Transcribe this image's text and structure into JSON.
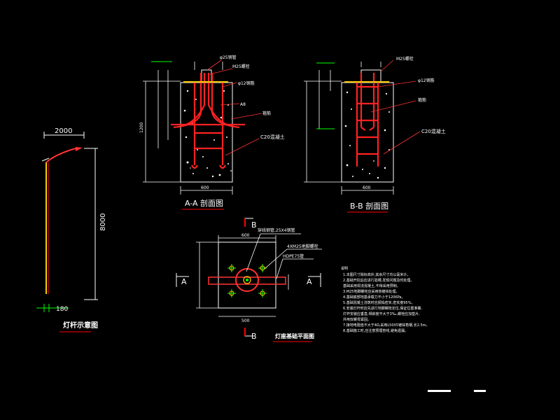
{
  "labels": {
    "pole_width": "2000",
    "pole_height": "8000",
    "pole_base": "180",
    "pole_title": "灯杆示意图",
    "section_aa_title": "A-A 剖面图",
    "section_bb_title": "B-B 剖面图",
    "plan_title": "灯座基础平面图",
    "aa_c20": "C20混凝土",
    "aa_m25": "M25螺栓",
    "aa_conduit": "φ25钢管",
    "aa_phi12": "φ12钢筋",
    "aa_a8": "A8",
    "aa_stirrup": "箍筋",
    "bb_m25": "M25螺栓",
    "bb_phi12": "φ12钢筋",
    "bb_stirrup": "箍筋",
    "bb_c20": "C20混凝土",
    "plan_conduit": "穿线钢管,25X4钢管",
    "plan_bolts": "4XM25地脚螺栓",
    "plan_pipe": "HDPE75管",
    "cut_a": "A",
    "cut_b": "B",
    "dim_600": "600",
    "dim_500": "500",
    "dim_1200": "1200"
  },
  "notes": {
    "heading": "说明",
    "lines": [
      "1.本图尺寸除标高外,其余尺寸均以毫米计。",
      "2.基础开挖后应进行验槽,发现问题及时处理。",
      "  基础采用现浇混凝土,不得采用预制。",
      "3.M25地脚螺栓应采用热镀锌处理。",
      "4.基础底部地基承载力不小于120KPa。",
      "5.基础混凝土浇筑时应振捣密实,密实度95%。",
      "6.安装灯杆时应先进行地脚螺栓定位,保证位置准确,",
      "  灯杆安装应垂直,倾斜度不大于3‰,螺栓应加垫片,",
      "  并用双螺母紧固。",
      "7.接地电阻值不大于4Ω,采用L50X5镀锌角钢,长2.5m。",
      "8.基础施工时,应注意预埋管线,避免遗漏。"
    ]
  },
  "colors": {
    "line": "#ffffff",
    "rebar": "#ff0000",
    "dim": "#ffff00",
    "accent": "#00ff00",
    "leader": "#ff3333"
  }
}
